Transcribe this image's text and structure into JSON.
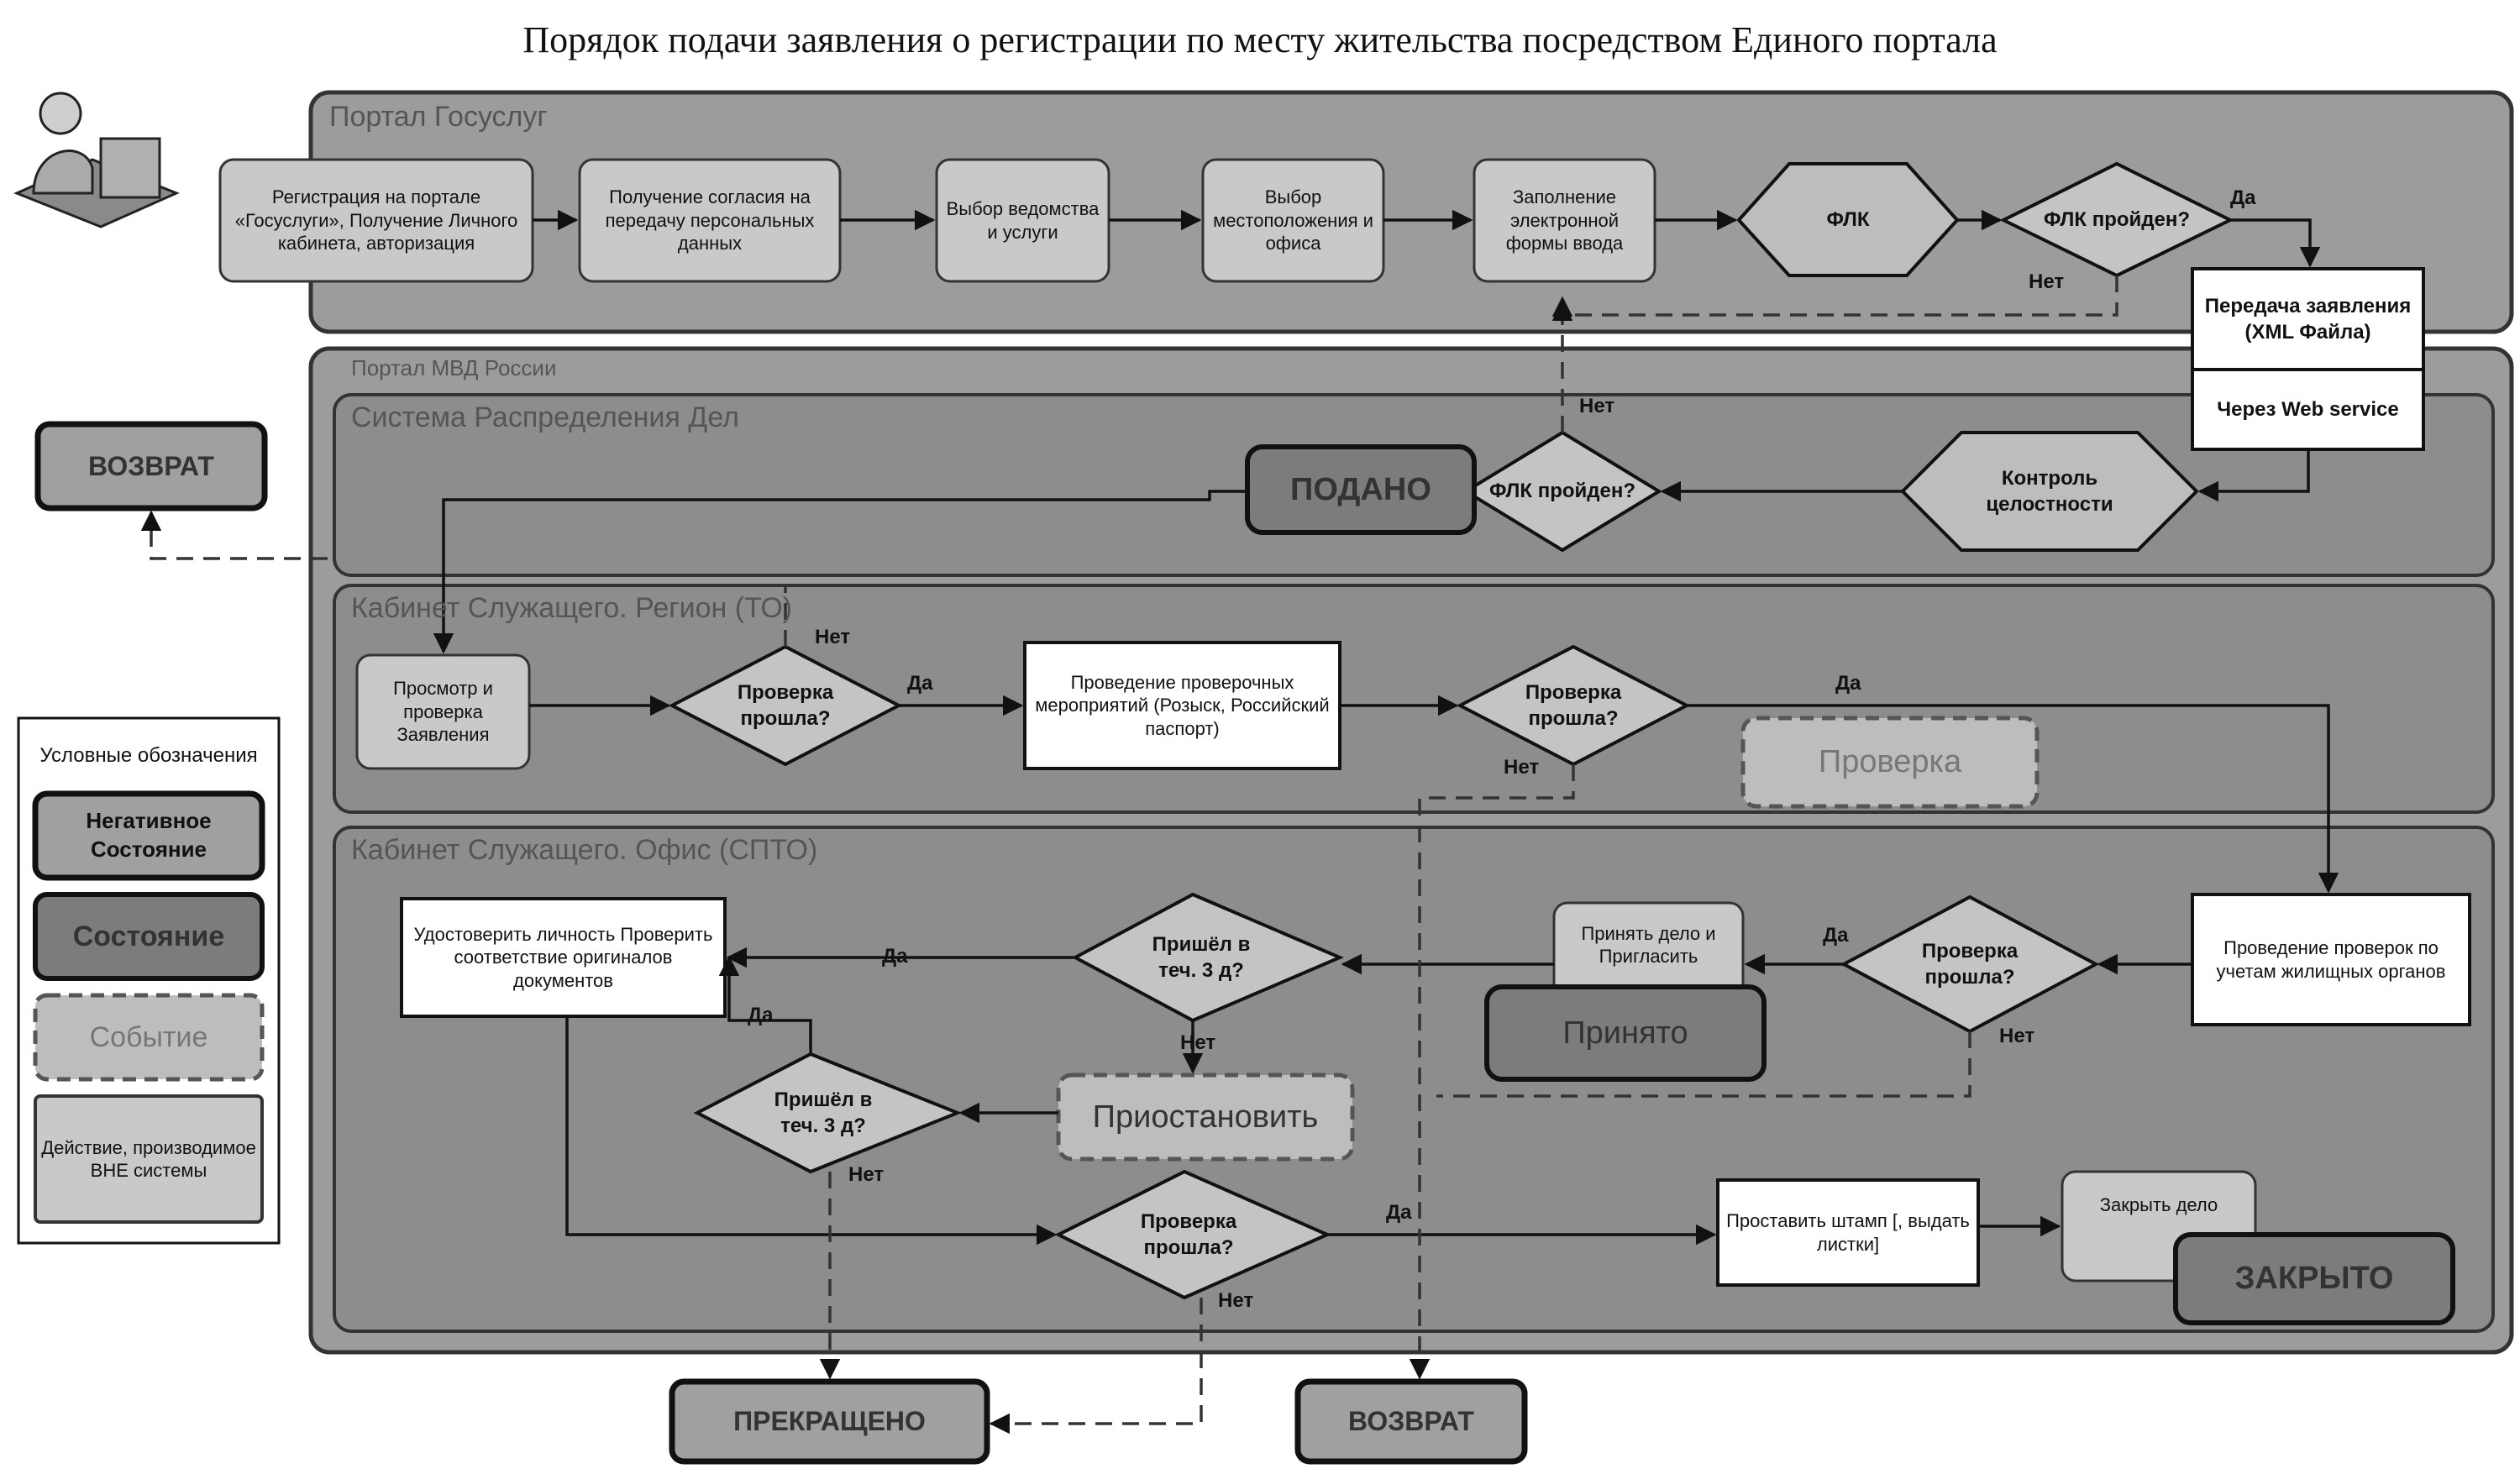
{
  "title": "Порядок подачи заявления о регистрации по месту жительства посредством Единого портала",
  "lanes": {
    "gosuslugi": "Портал Госуслуг",
    "mvd": "Портал МВД России",
    "sys": "Система Распределения Дел",
    "region": "Кабинет Служащего. Регион (ТО)",
    "office": "Кабинет Служащего. Офис (СПТО)"
  },
  "nodes": {
    "reg": "Регистрация на портале «Госуслуги», Получение Личного кабинета, авторизация",
    "consent": "Получение согласия на передачу персональных данных",
    "dept": "Выбор ведомства и услуги",
    "loc": "Выбор местоположения и офиса",
    "form": "Заполнение электронной формы ввода",
    "flk": "ФЛК",
    "flk_ok": "ФЛК пройден?",
    "transfer": "Передача заявления (XML Файла)",
    "webservice": "Через Web service",
    "integrity": "Контроль целостности",
    "flk_ok2": "ФЛК пройден?",
    "submitted": "ПОДАНО",
    "review": "Просмотр и проверка Заявления",
    "check1": "Проверка прошла?",
    "checkact": "Проведение проверочных мероприятий (Розыск, Российский паспорт)",
    "check2": "Проверка прошла?",
    "check_event": "Проверка",
    "housing": "Проведение проверок по учетам жилищных органов",
    "check3": "Проверка прошла?",
    "accept": "Принять дело и Пригласить",
    "accepted": "Принято",
    "came1": "Пришёл в теч. 3 д?",
    "verify": "Удостоверить личность Проверить соответствие оригиналов документов",
    "suspend": "Приостановить",
    "came2": "Пришёл в теч. 3 д?",
    "check4": "Проверка прошла?",
    "stamp": "Проставить штамп [, выдать листки]",
    "close": "Закрыть дело",
    "closed": "ЗАКРЫТО",
    "return1": "ВОЗВРАТ",
    "return2": "ВОЗВРАТ",
    "terminated": "ПРЕКРАЩЕНО"
  },
  "labels": {
    "yes": "Да",
    "no": "Нет"
  },
  "legend": {
    "title": "Условные обозначения",
    "negative": "Негативное Состояние",
    "state": "Состояние",
    "event": "Событие",
    "action": "Действие, производимое ВНЕ системы"
  },
  "icons": [
    "user-at-computer-icon"
  ]
}
